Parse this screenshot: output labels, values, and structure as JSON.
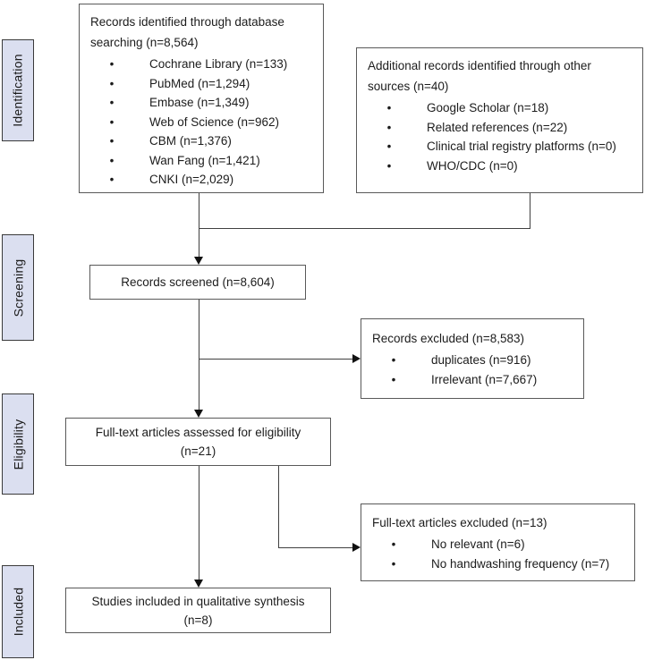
{
  "sidebar": {
    "stages": [
      {
        "label": "Identification"
      },
      {
        "label": "Screening"
      },
      {
        "label": "Eligibility"
      },
      {
        "label": "Included"
      }
    ]
  },
  "boxes": {
    "records_identified": {
      "title": "Records identified through database searching (n=8,564)",
      "items": [
        "Cochrane Library (n=133)",
        "PubMed (n=1,294)",
        "Embase (n=1,349)",
        "Web of Science (n=962)",
        "CBM (n=1,376)",
        "Wan Fang (n=1,421)",
        "CNKI (n=2,029)"
      ]
    },
    "additional_records": {
      "title": "Additional records identified through other sources (n=40)",
      "items": [
        "Google Scholar (n=18)",
        "Related references (n=22)",
        "Clinical trial registry platforms (n=0)",
        "WHO/CDC (n=0)"
      ]
    },
    "records_screened": {
      "title": "Records screened (n=8,604)"
    },
    "records_excluded": {
      "title": "Records excluded (n=8,583)",
      "items": [
        "duplicates (n=916)",
        "Irrelevant (n=7,667)"
      ]
    },
    "fulltext_assessed": {
      "line1": "Full-text articles assessed for eligibility",
      "line2": "(n=21)"
    },
    "fulltext_excluded": {
      "title": "Full-text articles excluded (n=13)",
      "items": [
        "No relevant (n=6)",
        "No handwashing frequency (n=7)"
      ]
    },
    "studies_included": {
      "line1": "Studies included in qualitative synthesis",
      "line2": "(n=8)"
    }
  },
  "colors": {
    "stage_fill": "#dbdff0",
    "box_border": "#595959",
    "line": "#404040",
    "text": "#1c1c1c"
  }
}
